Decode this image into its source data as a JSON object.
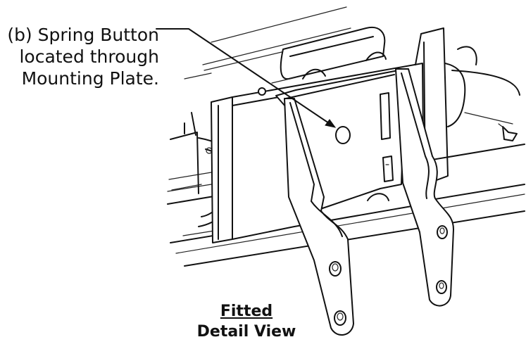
{
  "callout": {
    "lines": [
      "(b) Spring Button",
      "located through",
      "Mounting Plate."
    ]
  },
  "caption": {
    "title": "Fitted",
    "subtitle": "Detail View"
  }
}
